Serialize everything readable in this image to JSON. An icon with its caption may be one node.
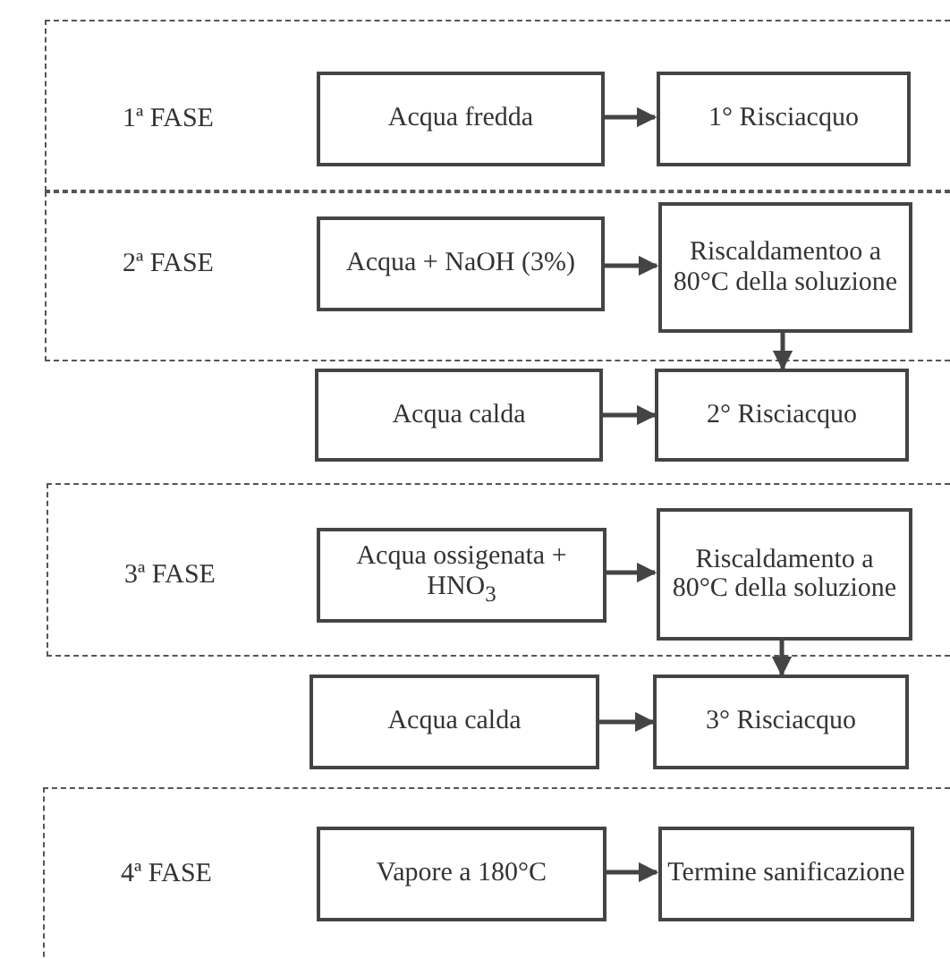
{
  "diagram": {
    "nodes": [
      {
        "text": [
          "1ª FASE"
        ]
      },
      {
        "text": [
          "Acqua fredda"
        ],
        "in": 0
      },
      {
        "text": [
          "1° Risciacquo"
        ],
        "in": 0
      },
      {
        "text": [
          "2ª FASE"
        ]
      },
      {
        "text": [
          "Acqua + NaOH (3%)"
        ],
        "in": 3
      },
      {
        "text": [
          "Riscaldamentoo a 80°C della soluzione"
        ],
        "in": 3
      },
      {
        "text": [
          "Acqua calda"
        ]
      },
      {
        "text": [
          "2° Risciacquo"
        ]
      },
      {
        "text": [
          "3ª FASE"
        ]
      },
      {
        "text": [
          "Acqua ossigenata + HNO$_{3}$"
        ],
        "in": 8
      },
      {
        "text": [
          "Riscaldamento a 80°C della soluzione"
        ],
        "in": 8
      },
      {
        "text": [
          "Acqua calda"
        ]
      },
      {
        "text": [
          "3° Risciacquo"
        ]
      },
      {
        "text": [
          "4ª FASE"
        ]
      },
      {
        "text": [
          "Vapore a 180°C"
        ],
        "in": 13
      },
      {
        "text": [
          "Termine sanificazione"
        ],
        "in": 13
      }
    ],
    "edges": [
      {
        "from": 1,
        "to": 2,
        "arrow": "to"
      },
      {
        "from": 4,
        "to": 5,
        "arrow": "to"
      },
      {
        "from": 5,
        "to": 7,
        "arrow": "to"
      },
      {
        "from": 6,
        "to": 7,
        "arrow": "to"
      },
      {
        "from": 9,
        "to": 10,
        "arrow": "to"
      },
      {
        "from": 10,
        "to": 12,
        "arrow": "to"
      },
      {
        "from": 11,
        "to": 12,
        "arrow": "to"
      },
      {
        "from": 14,
        "to": 15,
        "arrow": "to"
      }
    ]
  }
}
